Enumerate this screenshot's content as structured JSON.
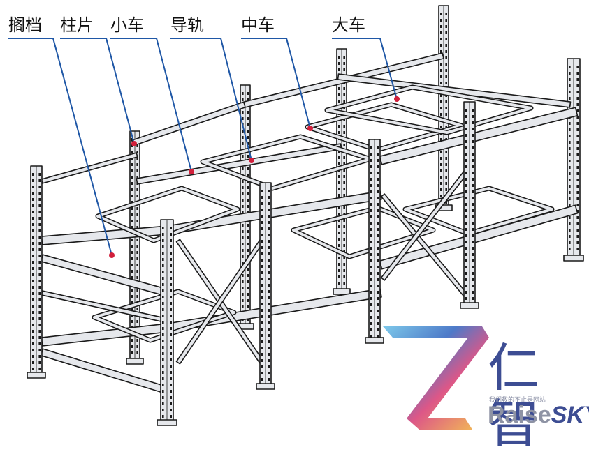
{
  "labels": [
    {
      "id": "crossbar",
      "text": "搁档"
    },
    {
      "id": "upright-frame",
      "text": "柱片"
    },
    {
      "id": "small-cart",
      "text": "小车"
    },
    {
      "id": "guide-rail",
      "text": "导轨"
    },
    {
      "id": "middle-cart",
      "text": "中车"
    },
    {
      "id": "large-cart",
      "text": "大车"
    }
  ],
  "brand": {
    "chinese": "仁智",
    "tagline": "我们教的不止是网站",
    "english_a": "Raise",
    "english_b": "SKY"
  },
  "colors": {
    "leader": "#1f57a6",
    "dot": "#d11f3b",
    "steel": "#e6e8ec",
    "outline": "#1a1a1a",
    "brand_blue": "#3d4d93",
    "brand_grey": "#8e93a4"
  }
}
